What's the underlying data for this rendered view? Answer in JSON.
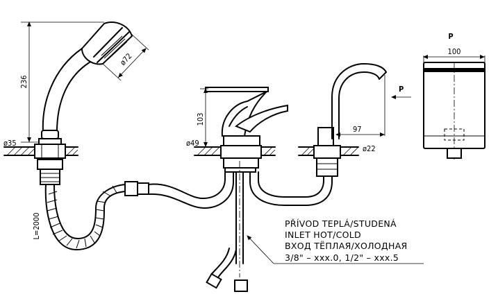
{
  "dimensions": {
    "hand_shower_height": "236",
    "hand_shower_diameter": "ø72",
    "base_diameter_left": "ø35",
    "hose_length": "L=2000",
    "mixer_height": "103",
    "mixer_base_diameter": "ø49",
    "spout_reach": "97",
    "spout_base_diameter": "ø22",
    "side_view_label": "P",
    "side_view_width": "100",
    "view_arrow_label": "P"
  },
  "note": {
    "line1": "PŘÍVOD TEPLÁ/STUDENÁ",
    "line2": "INLET HOT/COLD",
    "line3": "ВХОД ТЁПЛАЯ/ХОЛОДНАЯ",
    "line4": "3/8\" – xxx.0, 1/2\" – xxx.5"
  }
}
